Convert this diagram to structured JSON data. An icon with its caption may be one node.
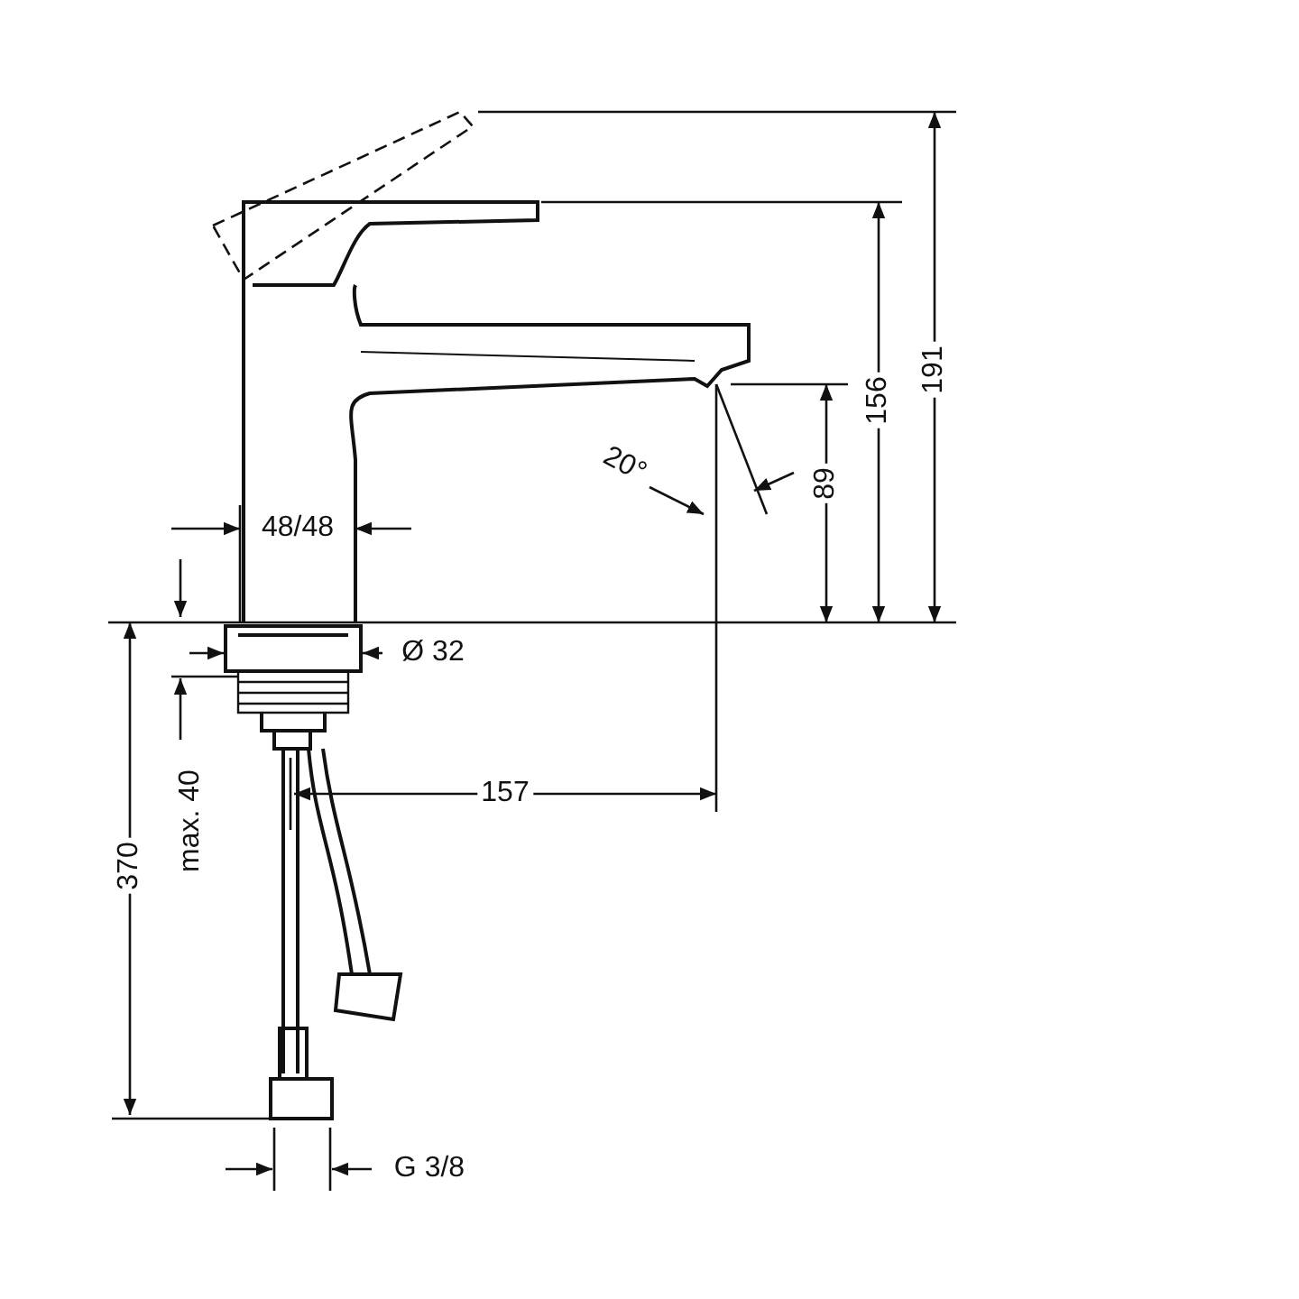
{
  "diagram": {
    "labels": [
      "191",
      "156",
      "89",
      "20°",
      "48/48",
      "Ø 32",
      "max. 40",
      "157",
      "370",
      "G 3/8"
    ]
  }
}
